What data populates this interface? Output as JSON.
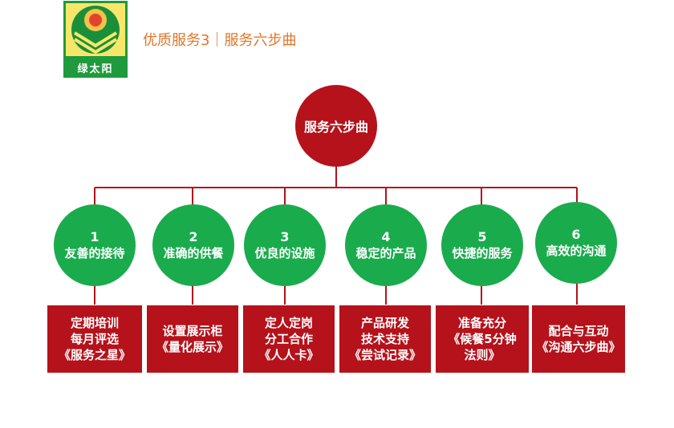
{
  "header": {
    "logo_text": "绿太阳",
    "title": "优质服务3｜服务六步曲"
  },
  "colors": {
    "root": "#b5121b",
    "step": "#1aab4d",
    "box": "#b5121b",
    "line": "#b5121b",
    "title": "#e0762a"
  },
  "diagram": {
    "root_label": "服务六步曲",
    "steps": [
      {
        "num": "1",
        "name": "友善的接待",
        "details": [
          "定期培训",
          "每月评选",
          "《服务之星》"
        ]
      },
      {
        "num": "2",
        "name": "准确的供餐",
        "details": [
          "设置展示柜",
          "《量化展示》"
        ]
      },
      {
        "num": "3",
        "name": "优良的设施",
        "details": [
          "定人定岗",
          "分工合作",
          "《人人卡》"
        ]
      },
      {
        "num": "4",
        "name": "稳定的产品",
        "details": [
          "产品研发",
          "技术支持",
          "《尝试记录》"
        ]
      },
      {
        "num": "5",
        "name": "快捷的服务",
        "details": [
          "准备充分",
          "《候餐5分钟",
          "法则》"
        ]
      },
      {
        "num": "6",
        "name": "高效的沟通",
        "details": [
          "配合与互动",
          "《沟通六步曲》"
        ]
      }
    ]
  }
}
